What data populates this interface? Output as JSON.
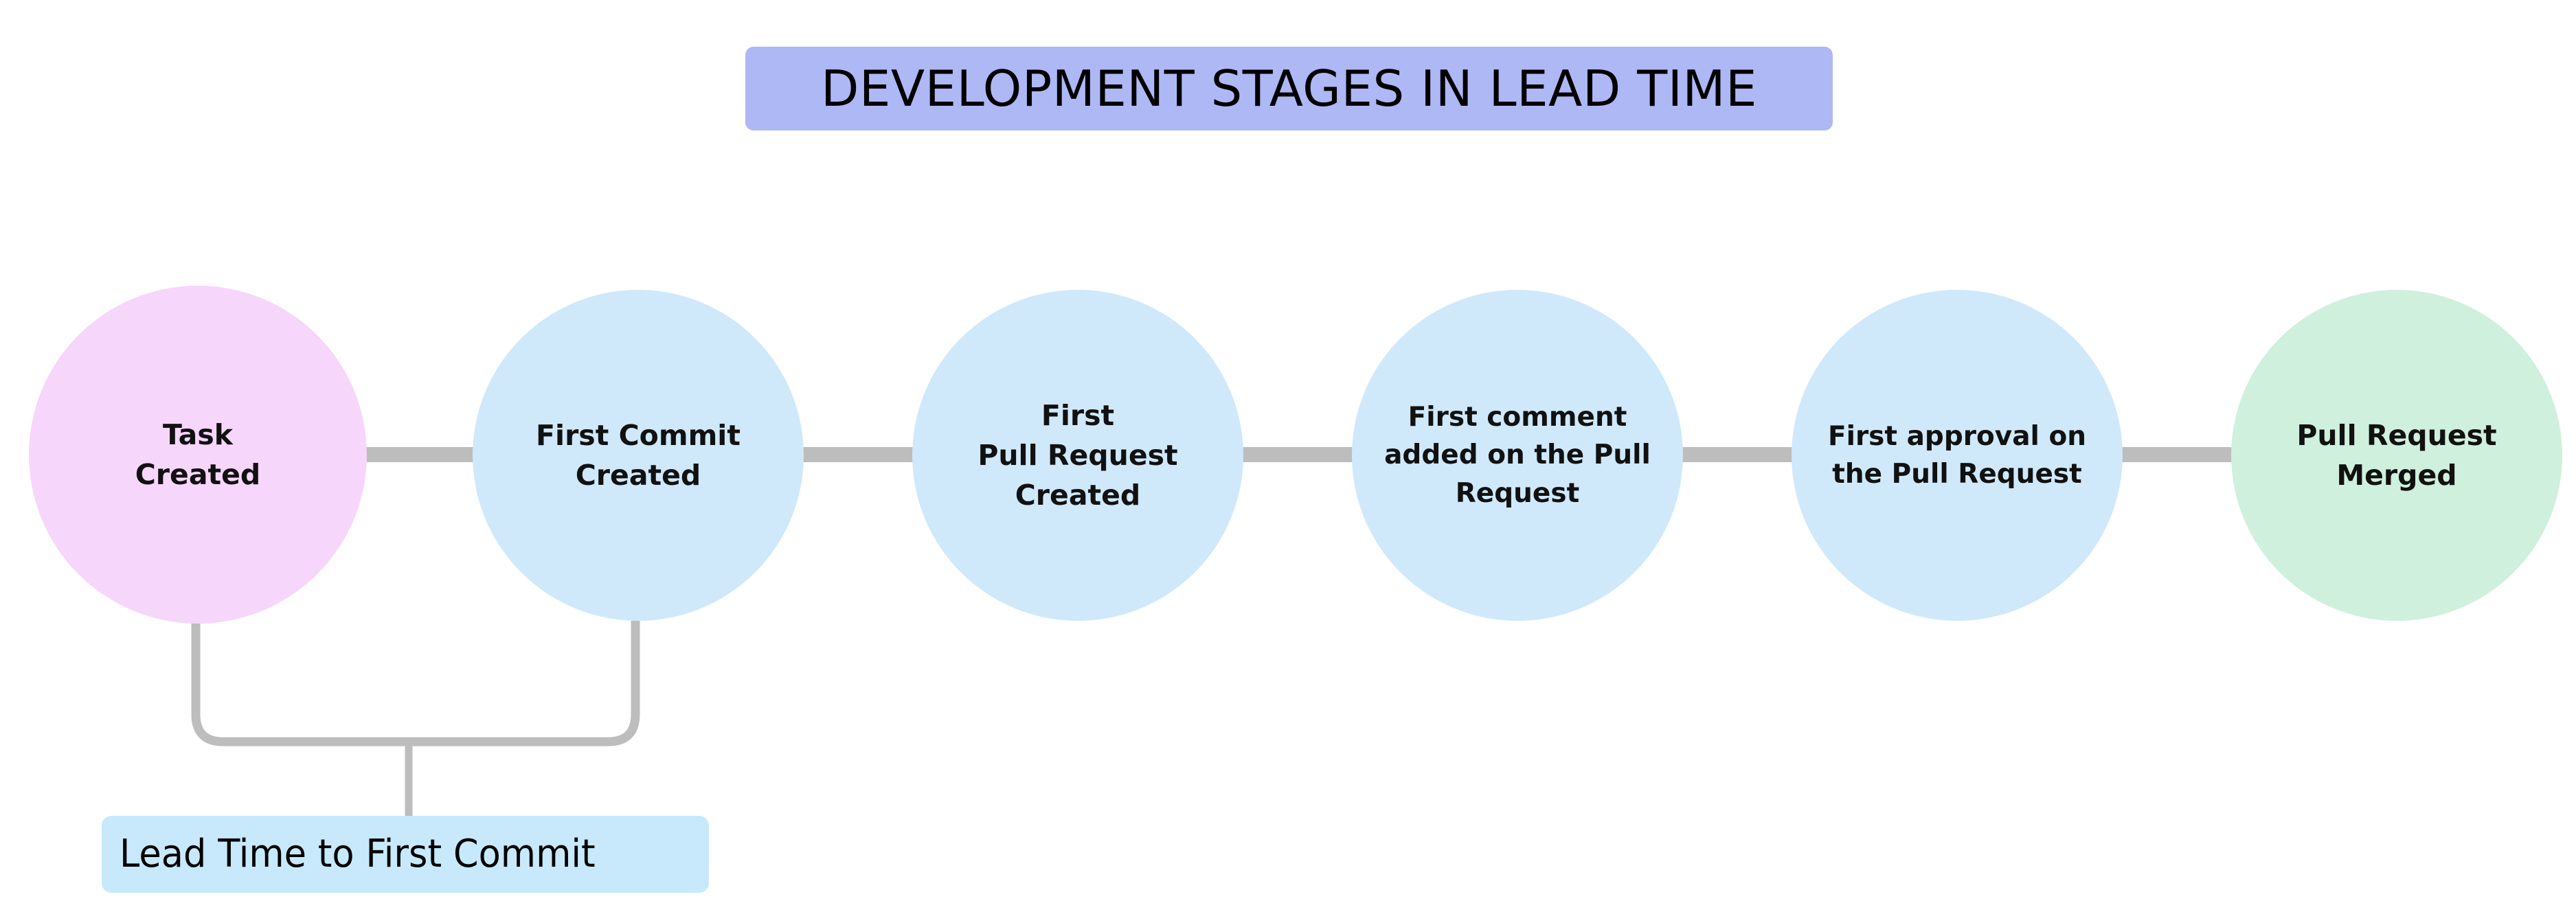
{
  "title": {
    "text": "DEVELOPMENT STAGES IN LEAD TIME",
    "background_color": "#aeb8f5",
    "text_color": "#000000"
  },
  "diagram": {
    "type": "process-flow",
    "orientation": "horizontal",
    "connector_color": "#bdbdbd",
    "background_color": "#ffffff",
    "stages": [
      {
        "id": "task-created",
        "label": "Task\nCreated",
        "color": "#f7d6fb",
        "order": 1
      },
      {
        "id": "first-commit-created",
        "label": "First Commit\nCreated",
        "color": "#cfe9fb",
        "order": 2
      },
      {
        "id": "first-pull-request-created",
        "label": "First\nPull Request\nCreated",
        "color": "#cfe9fb",
        "order": 3
      },
      {
        "id": "first-comment-added",
        "label": "First comment\nadded on the Pull\nRequest",
        "color": "#cfe9fb",
        "order": 4
      },
      {
        "id": "first-approval",
        "label": "First approval on\nthe Pull Request",
        "color": "#cfe9fb",
        "order": 5
      },
      {
        "id": "pull-request-merged",
        "label": "Pull Request\nMerged",
        "color": "#cff0dc",
        "order": 6
      }
    ],
    "measures": [
      {
        "id": "lead-time-to-first-commit",
        "label": "Lead Time to First Commit",
        "from_stage": "task-created",
        "to_stage": "first-commit-created",
        "background_color": "#c7e9fb",
        "bracket_color": "#bdbdbd"
      }
    ]
  }
}
